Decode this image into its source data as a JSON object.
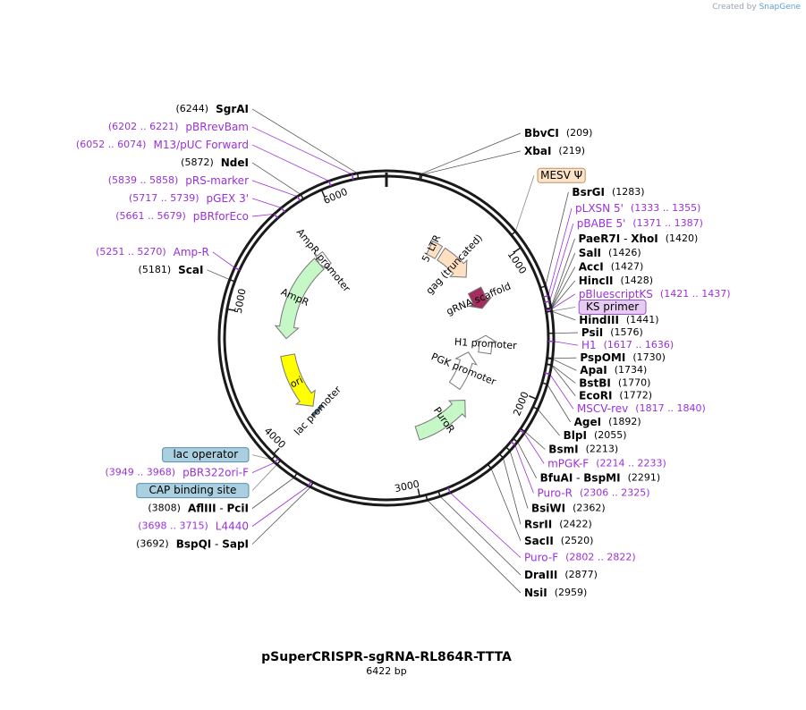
{
  "credit": {
    "prefix": "Created by",
    "brand": "SnapGene"
  },
  "plasmid": {
    "name": "pSuperCRISPR-sgRNA-RL864R-TTTA",
    "length_text": "6422 bp",
    "length": 6422
  },
  "ticks": [
    {
      "label": "1000",
      "pos": 1000
    },
    {
      "label": "2000",
      "pos": 2000
    },
    {
      "label": "3000",
      "pos": 3000
    },
    {
      "label": "4000",
      "pos": 4000
    },
    {
      "label": "5000",
      "pos": 5000
    },
    {
      "label": "6000",
      "pos": 6000
    }
  ],
  "features": [
    {
      "label": "5' LTR",
      "start": 400,
      "end": 560,
      "fill": "#ffe0c2"
    },
    {
      "label": "gag (truncated)",
      "start": 590,
      "end": 940,
      "fill": "#ffe0c2"
    },
    {
      "label": "gRNA scaffold",
      "start": 1100,
      "end": 1300,
      "fill": "#a22d5e"
    },
    {
      "label": "H1 promoter",
      "start": 1580,
      "end": 1760,
      "fill": "#ffffff"
    },
    {
      "label": "PGK promoter",
      "start": 1780,
      "end": 2230,
      "fill": "#ffffff"
    },
    {
      "label": "PuroR",
      "start": 2290,
      "end": 2890,
      "fill": "#c6f7c6"
    },
    {
      "label": "lac promoter",
      "start": 3960,
      "end": 4000,
      "fill": "#2f6f8f"
    },
    {
      "label": "ori",
      "start": 4050,
      "end": 4640,
      "fill": "#ffff00"
    },
    {
      "label": "AmpR",
      "start": 4810,
      "end": 5670,
      "fill": "#c6f7c6"
    },
    {
      "label": "AmpR promoter",
      "start": 5670,
      "end": 5770,
      "fill": "#ffffff"
    }
  ],
  "enzymes": [
    {
      "name": "SgrAI",
      "pos": 6244,
      "num": "(6244)"
    },
    {
      "name": "BbvCI",
      "pos": 209,
      "num": "(209)"
    },
    {
      "name": "XbaI",
      "pos": 219,
      "num": "(219)"
    },
    {
      "name": "NdeI",
      "pos": 5872,
      "num": "(5872)"
    },
    {
      "name": "BsrGI",
      "pos": 1283,
      "num": "(1283)"
    },
    {
      "name": "PaeR7I",
      "name2": "XhoI",
      "pos": 1420,
      "num": "(1420)"
    },
    {
      "name": "SalI",
      "pos": 1426,
      "num": "(1426)"
    },
    {
      "name": "AccI",
      "pos": 1427,
      "num": "(1427)"
    },
    {
      "name": "HincII",
      "pos": 1428,
      "num": "(1428)"
    },
    {
      "name": "HindIII",
      "pos": 1441,
      "num": "(1441)"
    },
    {
      "name": "PsiI",
      "pos": 1576,
      "num": "(1576)"
    },
    {
      "name": "PspOMI",
      "pos": 1730,
      "num": "(1730)"
    },
    {
      "name": "ApaI",
      "pos": 1734,
      "num": "(1734)"
    },
    {
      "name": "BstBI",
      "pos": 1770,
      "num": "(1770)"
    },
    {
      "name": "EcoRI",
      "pos": 1772,
      "num": "(1772)"
    },
    {
      "name": "AgeI",
      "pos": 1892,
      "num": "(1892)"
    },
    {
      "name": "BlpI",
      "pos": 2055,
      "num": "(2055)"
    },
    {
      "name": "BsmI",
      "pos": 2213,
      "num": "(2213)"
    },
    {
      "name": "BfuAI",
      "name2": "BspMI",
      "pos": 2291,
      "num": "(2291)"
    },
    {
      "name": "BsiWI",
      "pos": 2362,
      "num": "(2362)"
    },
    {
      "name": "RsrII",
      "pos": 2422,
      "num": "(2422)"
    },
    {
      "name": "SacII",
      "pos": 2520,
      "num": "(2520)"
    },
    {
      "name": "DraIII",
      "pos": 2877,
      "num": "(2877)"
    },
    {
      "name": "NsiI",
      "pos": 2959,
      "num": "(2959)"
    },
    {
      "name": "ScaI",
      "pos": 5181,
      "num": "(5181)"
    },
    {
      "name": "AflIII",
      "name2": "PciI",
      "pos": 3808,
      "num": "(3808)"
    },
    {
      "name": "BspQI",
      "name2": "SapI",
      "pos": 3692,
      "num": "(3692)"
    }
  ],
  "primers": [
    {
      "name": "pBRrevBam",
      "range": "(6202 .. 6221)",
      "pos": 6211
    },
    {
      "name": "M13/pUC Forward",
      "range": "(6052 .. 6074)",
      "pos": 6063
    },
    {
      "name": "pRS-marker",
      "range": "(5839 .. 5858)",
      "pos": 5848
    },
    {
      "name": "pGEX 3'",
      "range": "(5717 .. 5739)",
      "pos": 5728
    },
    {
      "name": "pBRforEco",
      "range": "(5661 .. 5679)",
      "pos": 5670
    },
    {
      "name": "Amp-R",
      "range": "(5251 .. 5270)",
      "pos": 5260
    },
    {
      "name": "pLXSN 5'",
      "range": "(1333 .. 1355)",
      "pos": 1344
    },
    {
      "name": "pBABE 5'",
      "range": "(1371 .. 1387)",
      "pos": 1379
    },
    {
      "name": "pBluescriptKS",
      "range": "(1421 .. 1437)",
      "pos": 1429
    },
    {
      "name": "H1",
      "range": "(1617 .. 1636)",
      "pos": 1626
    },
    {
      "name": "MSCV-rev",
      "range": "(1817 .. 1840)",
      "pos": 1828
    },
    {
      "name": "mPGK-F",
      "range": "(2214 .. 2233)",
      "pos": 2223
    },
    {
      "name": "Puro-R",
      "range": "(2306 .. 2325)",
      "pos": 2315
    },
    {
      "name": "Puro-F",
      "range": "(2802 .. 2822)",
      "pos": 2812
    },
    {
      "name": "pBR322ori-F",
      "range": "(3949 .. 3968)",
      "pos": 3958
    },
    {
      "name": "L4440",
      "range": "(3698 .. 3715)",
      "pos": 3706
    }
  ],
  "boxed": [
    {
      "name": "MESV Ψ",
      "pos": 900,
      "fill": "#fde3c7",
      "stroke": "#c09060"
    },
    {
      "name": "KS primer",
      "pos": 1440,
      "fill": "#e6ccf2",
      "stroke": "#9a4fc6"
    },
    {
      "name": "CAP binding site",
      "pos": 3940,
      "fill": "#a9cfe0",
      "stroke": "#5a8fa8"
    },
    {
      "name": "lac operator",
      "pos": 3985,
      "fill": "#a9cfe0",
      "stroke": "#5a8fa8"
    }
  ],
  "colors": {
    "enzyme": "#000000",
    "primer": "#9b30d9",
    "backbone": "#1a1a1a"
  }
}
